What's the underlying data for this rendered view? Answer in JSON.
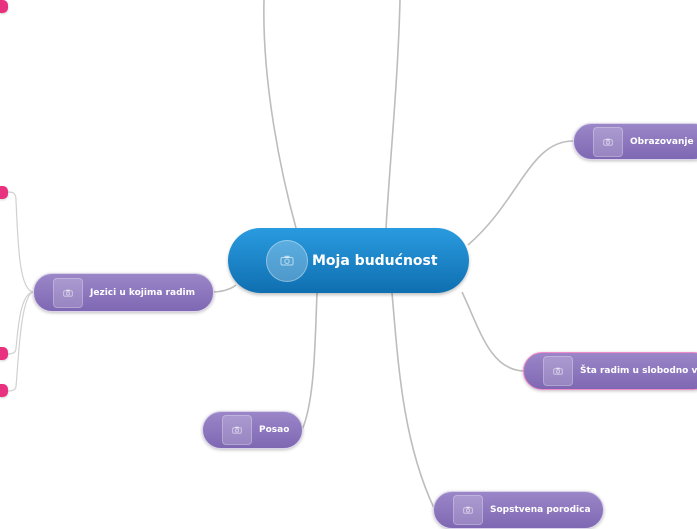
{
  "colors": {
    "central_fill": "#1a86cc",
    "topic_fill": "#8c75bd",
    "leaf_fill": "#e8327f",
    "connector": "#bdbdbd"
  },
  "central": {
    "label": "Moja budućnost",
    "icon": "camera-icon"
  },
  "topics": [
    {
      "id": "obrazovanje",
      "label": "Obrazovanje",
      "icon": "camera-icon"
    },
    {
      "id": "jezici",
      "label": "Jezici u kojima radim",
      "icon": "camera-icon"
    },
    {
      "id": "slobodno",
      "label": "Šta radim u slobodno vr",
      "icon": "camera-icon"
    },
    {
      "id": "posao",
      "label": "Posao",
      "icon": "camera-icon"
    },
    {
      "id": "porodica",
      "label": "Sopstvena porodica",
      "icon": "camera-icon"
    }
  ]
}
